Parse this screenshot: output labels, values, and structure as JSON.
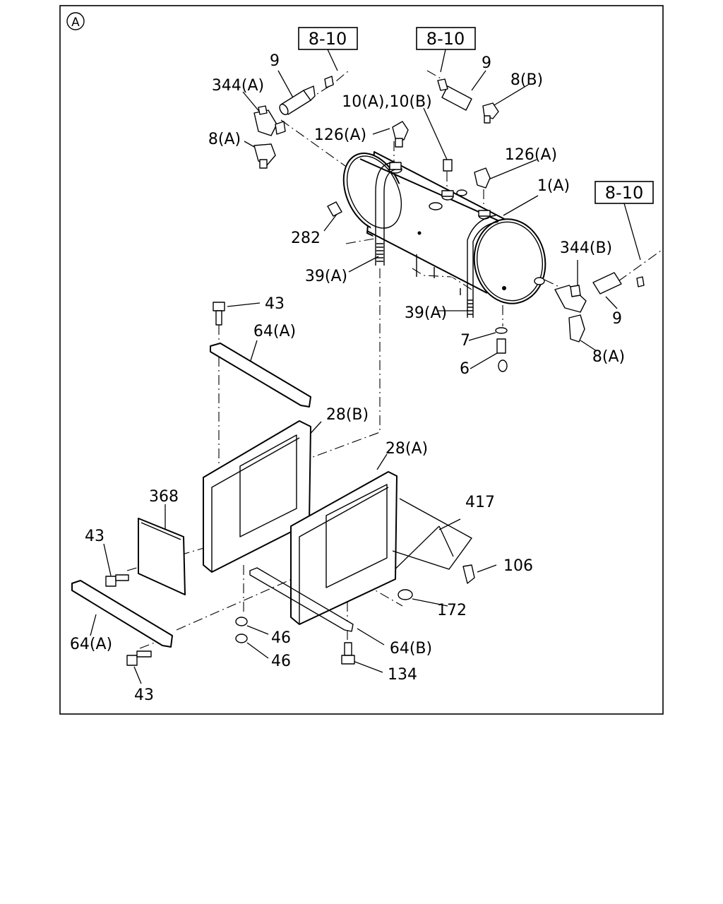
{
  "view_marker": "A",
  "references": [
    "8-10",
    "8-10",
    "8-10"
  ],
  "callouts": {
    "c9a": "9",
    "c344a": "344(A)",
    "c8a_top": "8(A)",
    "c126a_top": "126(A)",
    "c10": "10(A),10(B)",
    "c9b": "9",
    "c8b": "8(B)",
    "c126a_mid": "126(A)",
    "c1a": "1(A)",
    "c282": "282",
    "c39a_left": "39(A)",
    "c344b": "344(B)",
    "c9c": "9",
    "c8a_right": "8(A)",
    "c39a_mid": "39(A)",
    "c7": "7",
    "c6": "6",
    "c43_top": "43",
    "c64a_top": "64(A)",
    "c28b": "28(B)",
    "c28a": "28(A)",
    "c368": "368",
    "c417": "417",
    "c43_left": "43",
    "c106": "106",
    "c172": "172",
    "c64a_left": "64(A)",
    "c46a": "46",
    "c46b": "46",
    "c64b": "64(B)",
    "c134": "134",
    "c43_bottom": "43"
  }
}
